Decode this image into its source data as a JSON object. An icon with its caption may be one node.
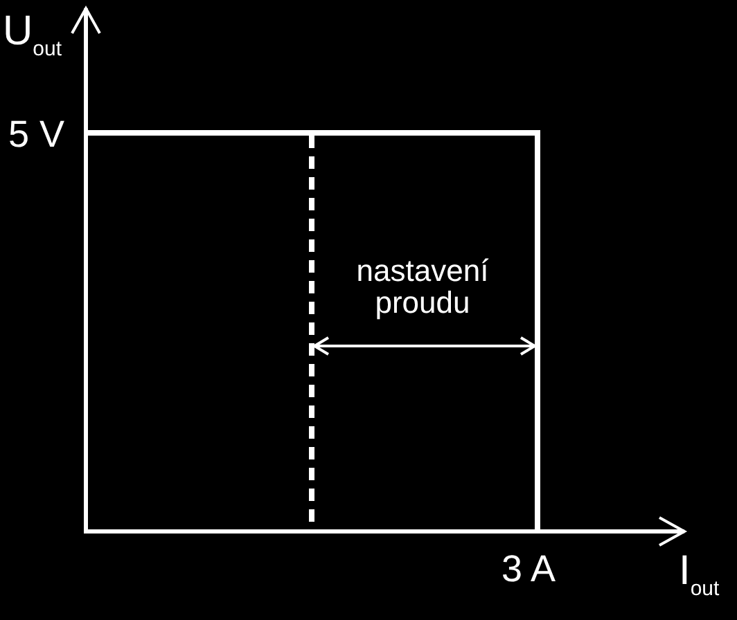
{
  "diagram": {
    "labels": [
      "U$_{out}$",
      "5 V",
      "nastavení proudu",
      "3 A",
      "I$_{out}$"
    ]
  }
}
